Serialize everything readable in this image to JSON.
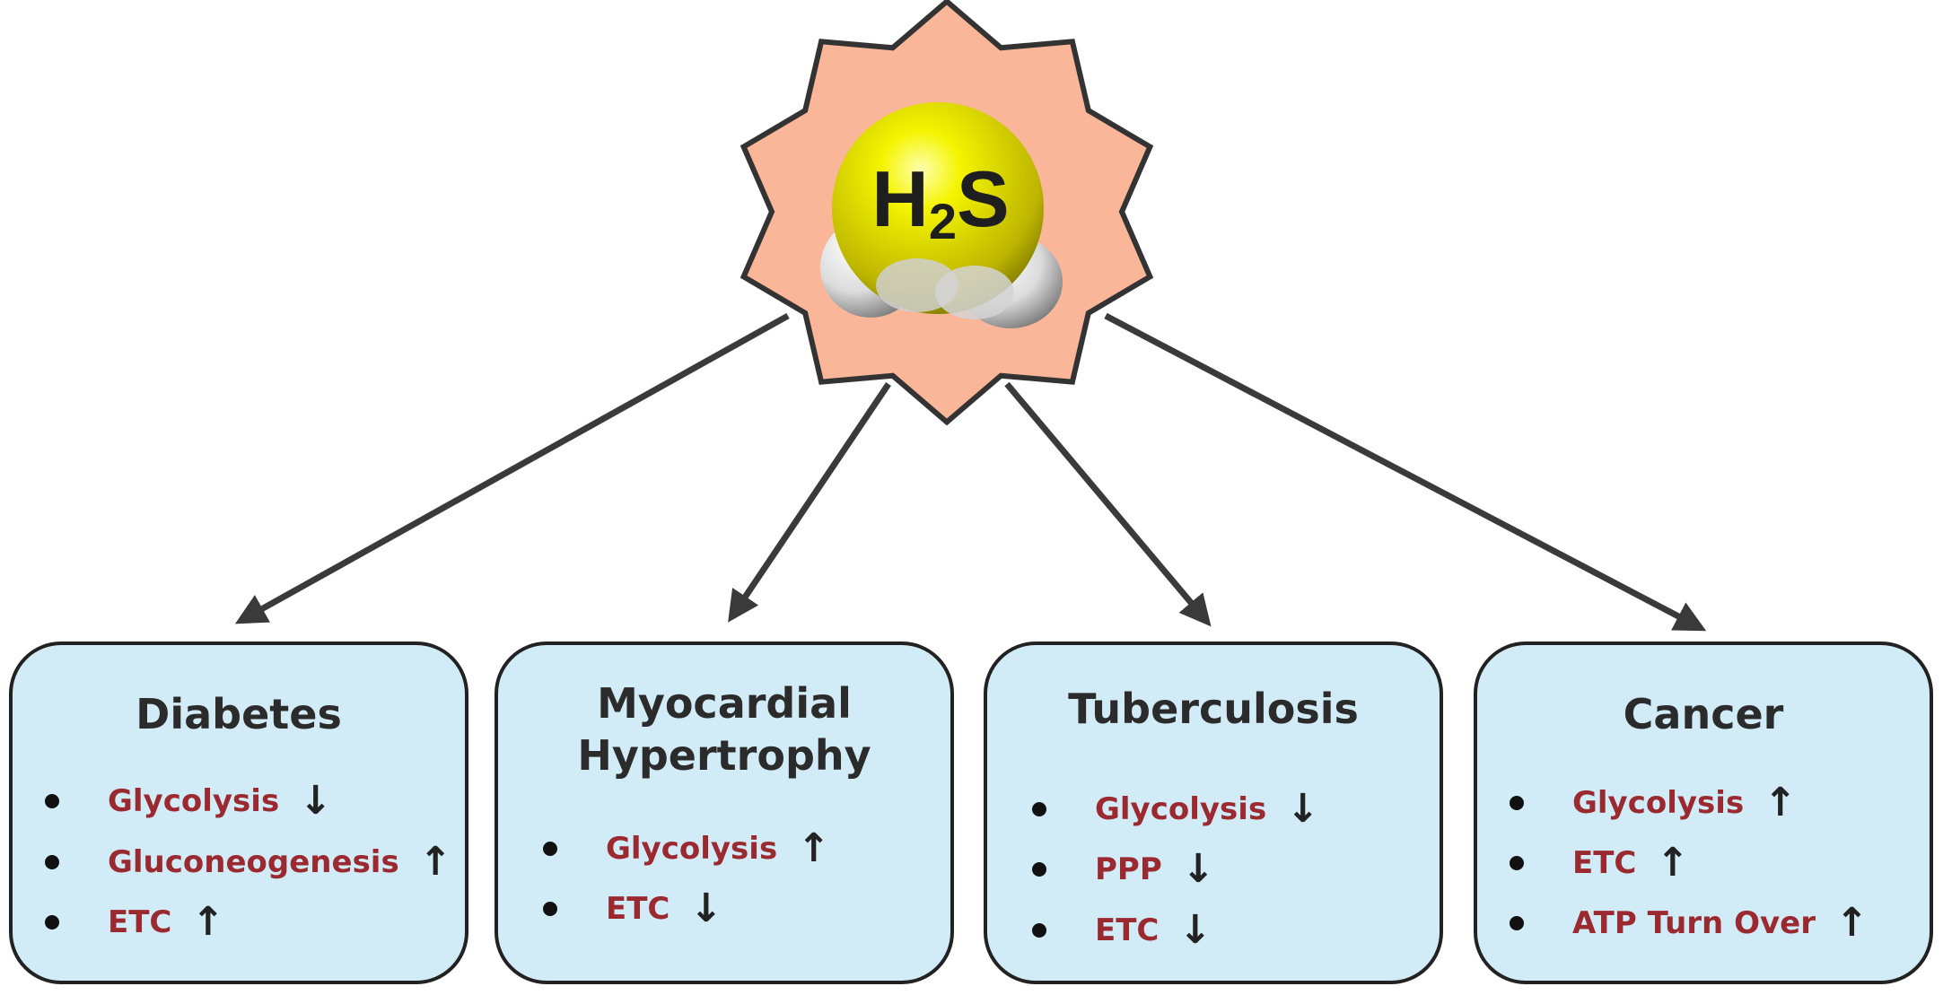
{
  "center": {
    "formula": "H",
    "subscript": "2",
    "tail": "S"
  },
  "colors": {
    "star_fill": "#f9b698",
    "card_fill": "#d2ecf7",
    "item_text": "#9b2a30",
    "title_text": "#2b2b2b",
    "outline": "#333333",
    "sulfur": "#f2f200",
    "hydrogen": "#e8e8e8"
  },
  "cards": [
    {
      "title_lines": [
        "Diabetes"
      ],
      "items": [
        {
          "label": "Glycolysis",
          "direction": "down",
          "arrow": "↓"
        },
        {
          "label": "Gluconeogenesis",
          "direction": "up",
          "arrow": "↑"
        },
        {
          "label": "ETC",
          "direction": "up",
          "arrow": "↑"
        }
      ]
    },
    {
      "title_lines": [
        "Myocardial",
        "Hypertrophy"
      ],
      "items": [
        {
          "label": "Glycolysis",
          "direction": "up",
          "arrow": "↑"
        },
        {
          "label": "ETC",
          "direction": "down",
          "arrow": "↓"
        }
      ]
    },
    {
      "title_lines": [
        "Tuberculosis"
      ],
      "items": [
        {
          "label": "Glycolysis",
          "direction": "down",
          "arrow": "↓"
        },
        {
          "label": "PPP",
          "direction": "down",
          "arrow": "↓"
        },
        {
          "label": "ETC",
          "direction": "down",
          "arrow": "↓"
        }
      ]
    },
    {
      "title_lines": [
        "Cancer"
      ],
      "items": [
        {
          "label": "Glycolysis",
          "direction": "up",
          "arrow": "↑"
        },
        {
          "label": "ETC",
          "direction": "up",
          "arrow": "↑"
        },
        {
          "label": "ATP Turn Over",
          "direction": "up",
          "arrow": "↑"
        }
      ]
    }
  ]
}
